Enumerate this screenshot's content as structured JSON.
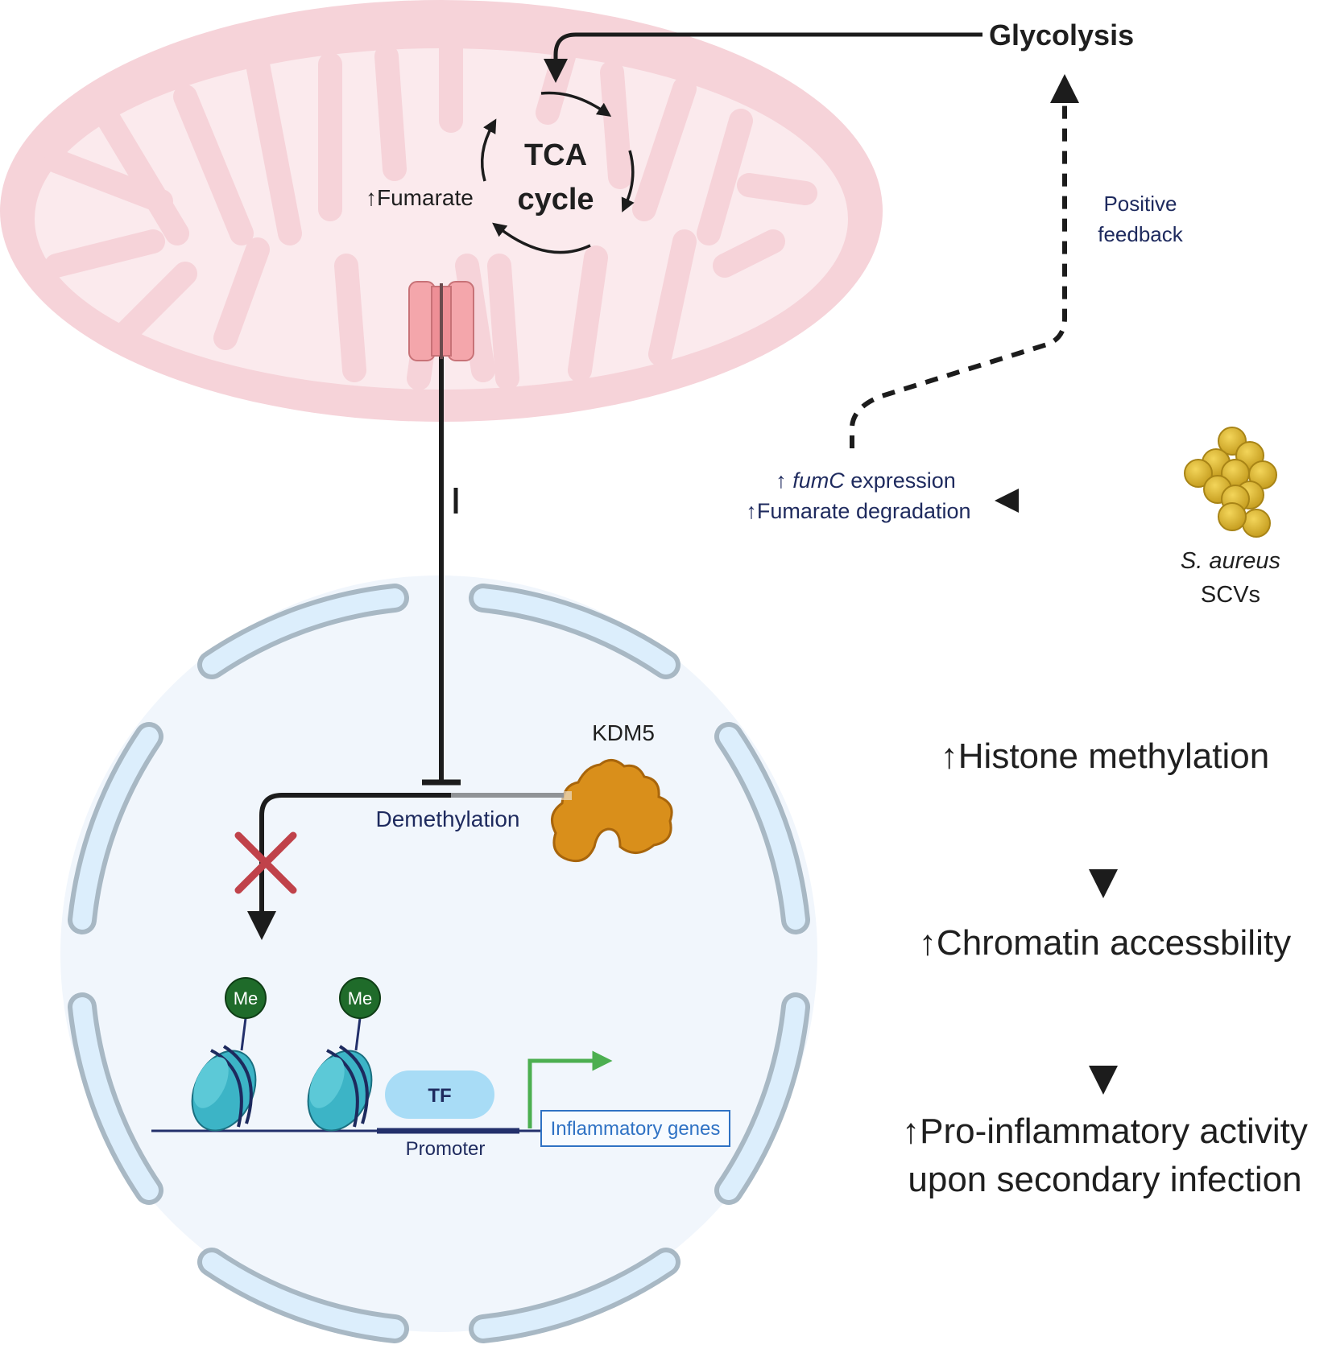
{
  "mitochondrion": {
    "tca_line1": "TCA",
    "tca_line2": "cycle",
    "fumarate": "↑Fumarate"
  },
  "glycolysis": "Glycolysis",
  "feedback": {
    "line1": "Positive",
    "line2": "feedback"
  },
  "bacteria": {
    "fumc_prefix": "↑ ",
    "fumc_gene": "fumC",
    "fumc_suffix": " expression",
    "degradation": "↑Fumarate degradation",
    "species": "S. aureus",
    "variant": "SCVs"
  },
  "nucleus": {
    "kdm5": "KDM5",
    "demethylation": "Demethylation",
    "me_mark_1": "Me",
    "me_mark_2": "Me",
    "tf": "TF",
    "promoter": "Promoter",
    "genes": "Inflammatory genes"
  },
  "outcomes": {
    "histone": "↑Histone methylation",
    "chromatin": "↑Chromatin accessbility",
    "activity_line1": "↑Pro-inflammatory activity",
    "activity_line2": "upon secondary infection"
  },
  "colors": {
    "mitochondrion_outer": "#f6d3d9",
    "mitochondrion_inner": "#fbeaed",
    "channel": "#f4a6ab",
    "nucleus_fill": "#f1f6fc",
    "nuclear_envelope": "#dceefc",
    "nuclear_envelope_stroke": "#a8b8c4",
    "kdm5": "#d98f1b",
    "bacteria": "#d9b32c",
    "methyl": "#1f6b2a",
    "histone": "#3cb4c6",
    "tf": "#a8dcf6",
    "promoter_arrow": "#4caf50",
    "inhibit_x": "#c0424a"
  }
}
